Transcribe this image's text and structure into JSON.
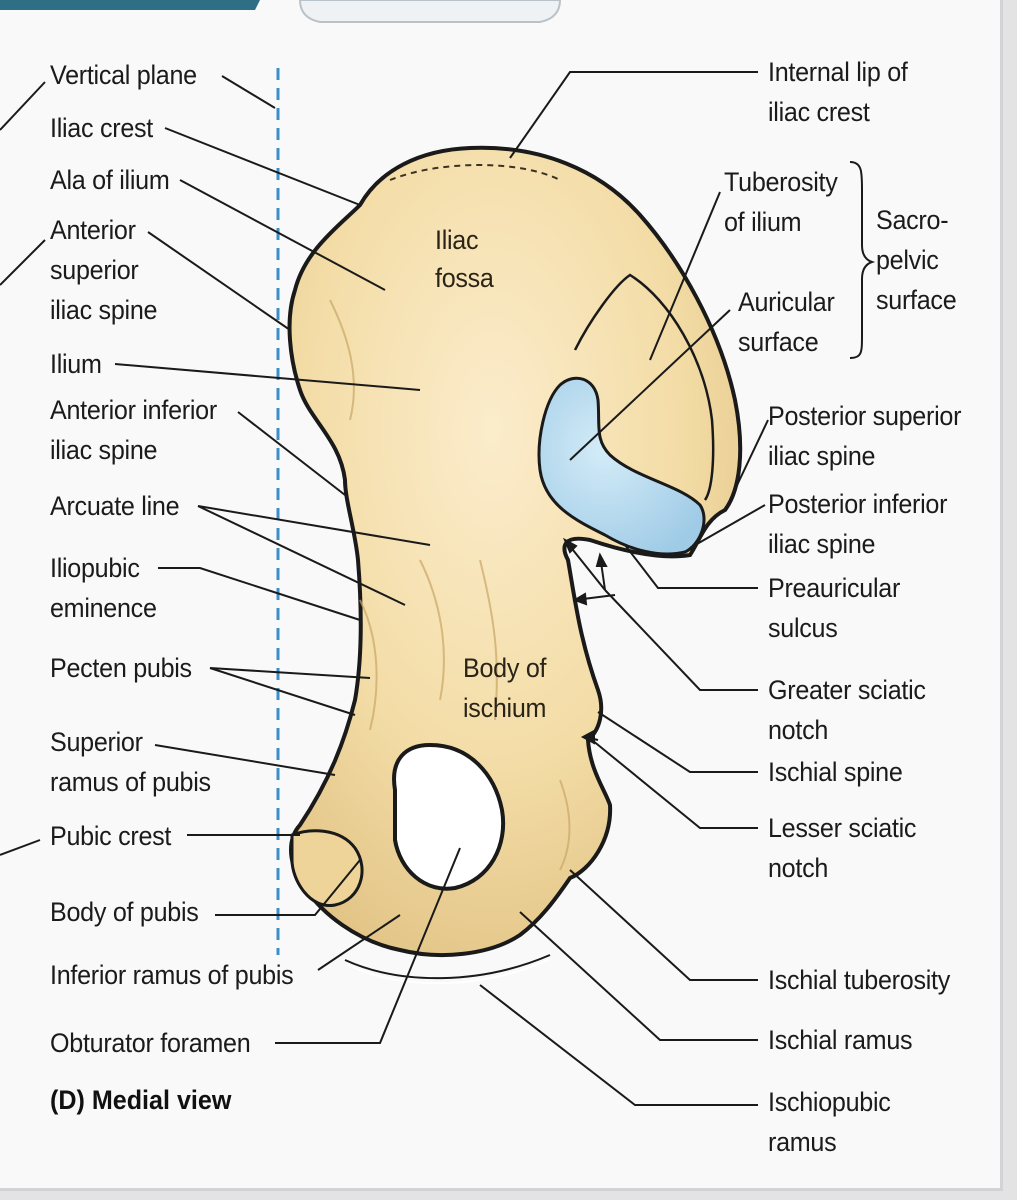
{
  "labels_left": {
    "vertical_plane": "Vertical plane",
    "iliac_crest": "Iliac crest",
    "ala_of_ilium": "Ala of ilium",
    "asis_1": "Anterior",
    "asis_2": "superior",
    "asis_3": "iliac spine",
    "ilium": "Ilium",
    "aiis_1": "Anterior inferior",
    "aiis_2": "iliac spine",
    "arcuate_line": "Arcuate line",
    "iliopubic_1": "Iliopubic",
    "iliopubic_2": "eminence",
    "pecten_pubis": "Pecten pubis",
    "sup_ramus_1": "Superior",
    "sup_ramus_2": "ramus of pubis",
    "pubic_crest": "Pubic crest",
    "body_of_pubis": "Body of pubis",
    "inf_ramus_pubis": "Inferior ramus of pubis",
    "obturator_foramen": "Obturator foramen"
  },
  "labels_right": {
    "internal_lip_1": "Internal lip of",
    "internal_lip_2": "iliac crest",
    "tuberosity_1": "Tuberosity",
    "tuberosity_2": "of ilium",
    "auricular_1": "Auricular",
    "auricular_2": "surface",
    "sacropelvic_1": "Sacro-",
    "sacropelvic_2": "pelvic",
    "sacropelvic_3": "surface",
    "psis_1": "Posterior superior",
    "psis_2": "iliac spine",
    "piis_1": "Posterior inferior",
    "piis_2": "iliac spine",
    "preauricular_1": "Preauricular",
    "preauricular_2": "sulcus",
    "greater_sciatic_1": "Greater sciatic",
    "greater_sciatic_2": "notch",
    "ischial_spine": "Ischial spine",
    "lesser_sciatic_1": "Lesser sciatic",
    "lesser_sciatic_2": "notch",
    "ischial_tuberosity": "Ischial tuberosity",
    "ischial_ramus": "Ischial ramus",
    "ischiopubic_1": "Ischiopubic",
    "ischiopubic_2": "ramus"
  },
  "labels_inner": {
    "iliac_fossa_1": "Iliac",
    "iliac_fossa_2": "fossa",
    "body_ischium_1": "Body of",
    "body_ischium_2": "ischium"
  },
  "caption": "(D) Medial view",
  "colors": {
    "bone": "#f3dca6",
    "bone_shadow": "#d9b977",
    "auricular": "#b8dcef",
    "outline": "#1a1a1a",
    "vertical_plane": "#3a8fc9",
    "header_band": "#2f6f86"
  }
}
